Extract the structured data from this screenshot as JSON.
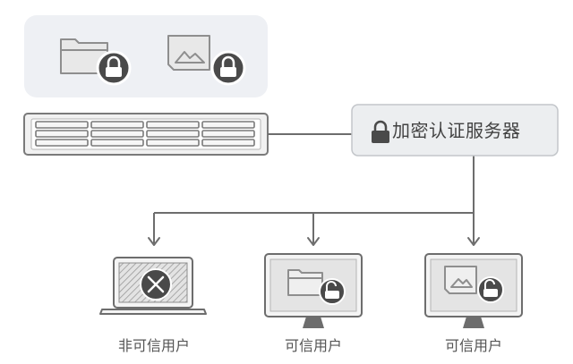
{
  "server": {
    "label": "加密认证服务器"
  },
  "clients": [
    {
      "label": "非可信用户",
      "trusted": false
    },
    {
      "label": "可信用户",
      "trusted": true
    },
    {
      "label": "可信用户",
      "trusted": true
    }
  ],
  "colors": {
    "line": "#6d6d6d",
    "panel": "#eef0f4",
    "box_fill": "#eceef0",
    "box_stroke": "#c3c6ca",
    "lock_dark": "#4a4a4a",
    "icon_stroke": "#8e8e8e",
    "icon_fill": "#e8e8e8"
  },
  "icons": {
    "storage": [
      "folder-icon",
      "lock-icon",
      "image-file-icon",
      "lock-icon"
    ],
    "server": [
      "lock-icon"
    ],
    "untrusted": [
      "laptop-icon",
      "denied-icon"
    ],
    "trusted": [
      "monitor-icon",
      "folder-icon",
      "image-file-icon",
      "unlock-icon"
    ]
  }
}
